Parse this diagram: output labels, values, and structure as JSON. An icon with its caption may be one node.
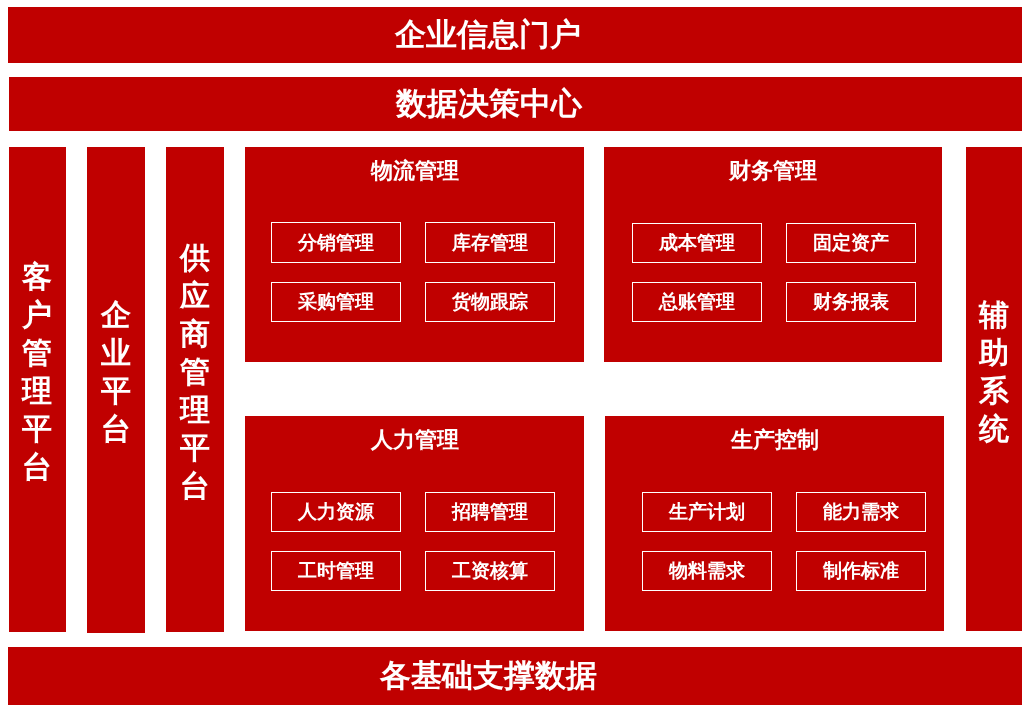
{
  "diagram": {
    "nodes": [
      {
        "text": [
          "企业信息门户"
        ]
      },
      {
        "text": [
          "数据决策中心"
        ]
      },
      {
        "text": [
          "客户管理平台"
        ]
      },
      {
        "text": [
          "企业平台"
        ]
      },
      {
        "text": [
          "供应商管理平台"
        ]
      },
      {
        "text": [
          "物流管理"
        ]
      },
      {
        "text": [
          "分销管理"
        ],
        "in": 5
      },
      {
        "text": [
          "库存管理"
        ],
        "in": 5
      },
      {
        "text": [
          "采购管理"
        ],
        "in": 5
      },
      {
        "text": [
          "货物跟踪"
        ],
        "in": 5
      },
      {
        "text": [
          "财务管理"
        ]
      },
      {
        "text": [
          "成本管理"
        ],
        "in": 10
      },
      {
        "text": [
          "固定资产"
        ],
        "in": 10
      },
      {
        "text": [
          "总账管理"
        ],
        "in": 10
      },
      {
        "text": [
          "财务报表"
        ],
        "in": 10
      },
      {
        "text": [
          "人力管理"
        ]
      },
      {
        "text": [
          "人力资源"
        ],
        "in": 15
      },
      {
        "text": [
          "招聘管理"
        ],
        "in": 15
      },
      {
        "text": [
          "工时管理"
        ],
        "in": 15
      },
      {
        "text": [
          "工资核算"
        ],
        "in": 15
      },
      {
        "text": [
          "生产控制"
        ]
      },
      {
        "text": [
          "生产计划"
        ],
        "in": 20
      },
      {
        "text": [
          "能力需求"
        ],
        "in": 20
      },
      {
        "text": [
          "物料需求"
        ],
        "in": 20
      },
      {
        "text": [
          "制作标准"
        ],
        "in": 20
      },
      {
        "text": [
          "辅助系统"
        ]
      },
      {
        "text": [
          "各基础支撑数据"
        ]
      }
    ]
  }
}
